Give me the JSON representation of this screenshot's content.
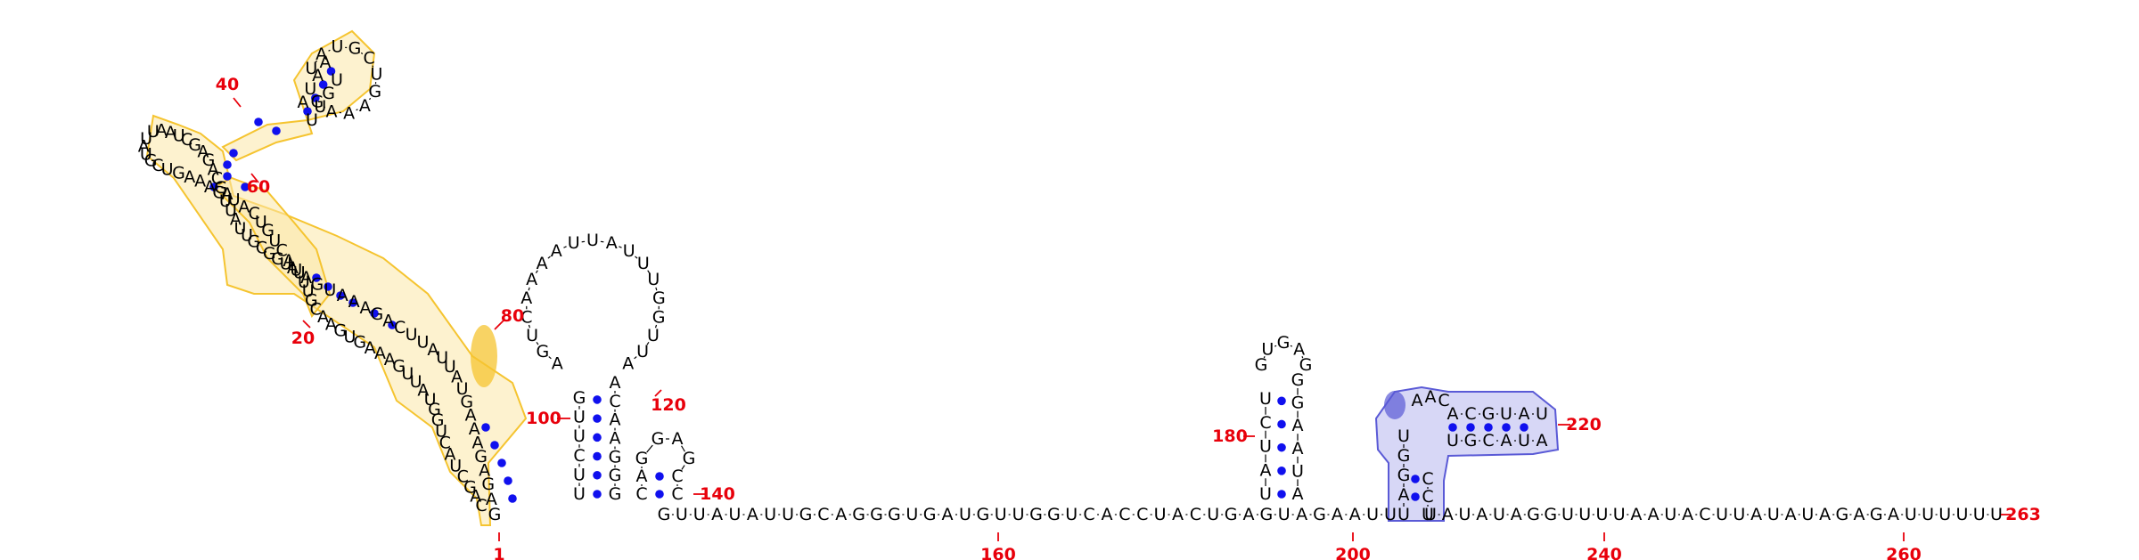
{
  "diagram": {
    "type": "RNA secondary structure",
    "colors": {
      "nucleotide": "#000000",
      "base_pair": "#1010ee",
      "position_number": "#e8000b",
      "highlight_yellow": "#f5c430",
      "highlight_blue": "#5a5ad6"
    },
    "position_labels": [
      "1",
      "20",
      "40",
      "60",
      "80",
      "100",
      "120",
      "140",
      "160",
      "180",
      "200",
      "220",
      "240",
      "260",
      "263"
    ],
    "segments": [
      {
        "id": "tail",
        "seq": "UAUAUAGGUUUUAAUACUUAUAUAGAGAUUUUUU"
      },
      {
        "id": "linker",
        "seq": "GUUAUAUUGCAGGGUGAUGUUGGUCACCUACUGAGU"
      },
      {
        "id": "linker2",
        "seq": "AGAAUU"
      },
      {
        "id": "h4_left",
        "seq": "UAUCU"
      },
      {
        "id": "h4_right",
        "seq": "AUAAGG"
      },
      {
        "id": "h4_loop",
        "seq": "GUGAG"
      },
      {
        "id": "h5_loop",
        "seq": "GGUCAACGUAUUGCAUA"
      },
      {
        "id": "h2_left",
        "seq": "UUCUUG"
      },
      {
        "id": "h2_right",
        "seq": "GGGAACA"
      },
      {
        "id": "h2_loop",
        "seq": "AGUCAAAAUUAUUUGGUUA"
      },
      {
        "id": "h3",
        "seq": "CAGGAGCC"
      },
      {
        "id": "h1_5p",
        "seq": "GAGAGAAAGUAUUAUUCAGAAAUGAUACUGUCAUAGCAGAGCUAAUUAUGCUGAAAGUUAUUGCGGUAUUUGCAAGUGAAAGUUAUGGUCAUCGAC"
      }
    ]
  }
}
